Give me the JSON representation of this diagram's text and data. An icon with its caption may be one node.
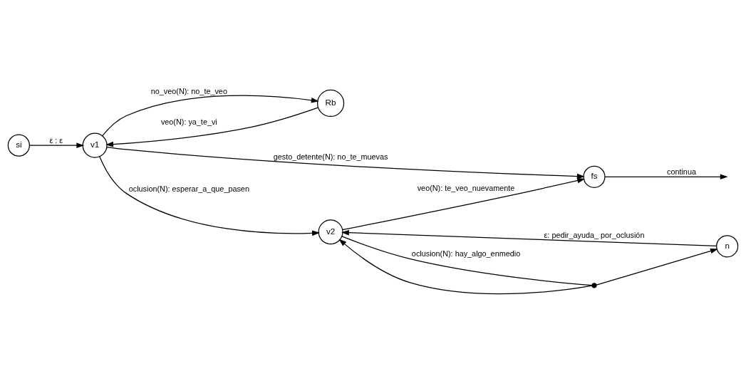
{
  "diagram": {
    "nodes": [
      {
        "text": [
          "si"
        ]
      },
      {
        "text": [
          "v1"
        ]
      },
      {
        "text": [
          "Rb"
        ]
      },
      {
        "text": [
          "v2"
        ]
      },
      {
        "text": [
          "fs"
        ]
      },
      {
        "text": [
          "n"
        ]
      },
      {
        "text": [],
        "shape": "dot"
      }
    ],
    "edges": [
      {
        "from": 0,
        "to": 1,
        "arrow": "to",
        "label": "ε : ε"
      },
      {
        "from": 1,
        "to": 4,
        "arrow": "to",
        "label": "gesto_detente(N): no_te_muevas"
      },
      {
        "from": 1,
        "to": 3,
        "arrow": "to",
        "label": "oclusion(N): esperar_a_que_pasen"
      },
      {
        "from": 3,
        "to": 4,
        "arrow": "to",
        "label": "veo(N): te_veo_nuevamente"
      },
      {
        "from": 4,
        "to": null,
        "arrow": "to",
        "label": "continua"
      },
      {
        "from": 1,
        "to": 2,
        "arrow": "to",
        "label": "no_veo(N): no_te_veo"
      },
      {
        "from": 2,
        "to": 1,
        "arrow": "to",
        "label": "veo(N): ya_te_vi"
      },
      {
        "from": 3,
        "to": 6,
        "arrow": "none",
        "label": "oclusion(N): hay_algo_enmedio"
      },
      {
        "from": 6,
        "to": 3,
        "arrow": "to"
      },
      {
        "from": 6,
        "to": 5,
        "arrow": "to"
      },
      {
        "from": 5,
        "to": 3,
        "arrow": "to",
        "label": "ε: pedir_ayuda_ por_oclusión"
      }
    ]
  }
}
